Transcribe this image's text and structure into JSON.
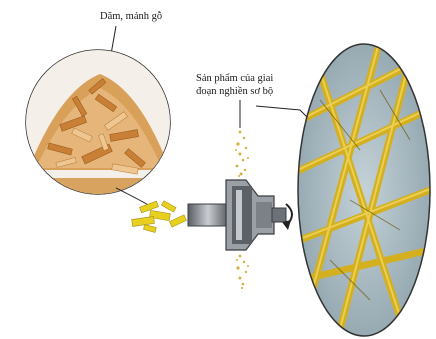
{
  "labels": {
    "wood_chips": "Dăm, mảnh gỗ",
    "product_line1": "Sản phẩm của giai",
    "product_line2": "đoạn nghiền sơ bộ"
  },
  "colors": {
    "chip_light": "#e8b878",
    "chip_mid": "#d9924a",
    "chip_dark": "#b8702e",
    "fiber_yellow": "#d4b020",
    "fiber_dark": "#6a5a10",
    "micro_bg": "#a8bcc4",
    "grinder_metal": "#8a8f96",
    "grinder_dark": "#4a4e54",
    "callout_line": "#222222"
  },
  "icons": {
    "chips_circle": "wood-chips-pile-icon",
    "grinder": "grinder-machine-icon",
    "rotation": "rotation-arrow-icon",
    "fiber_view": "fiber-microscope-icon"
  }
}
